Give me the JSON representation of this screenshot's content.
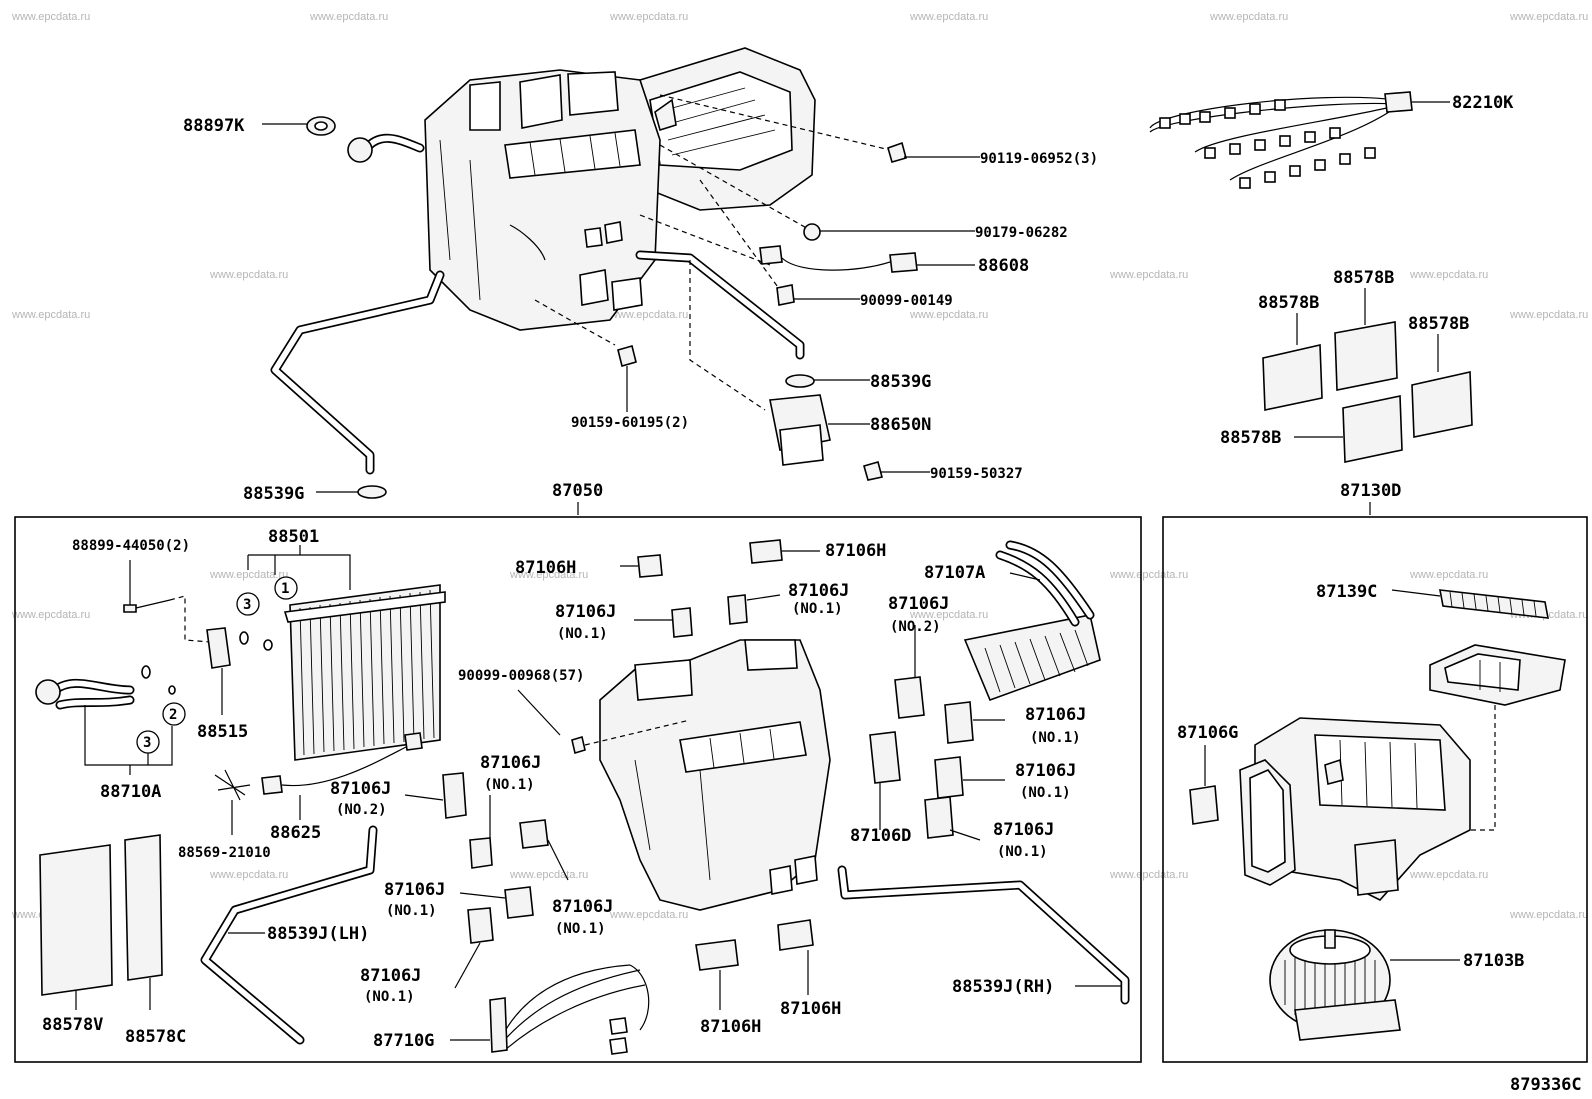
{
  "diagram_code": "879336C",
  "watermark": "www.epcdata.ru",
  "circled_refs": [
    "3",
    "1",
    "3",
    "2"
  ],
  "labels": {
    "l88897K": "88897K",
    "l90119": "90119-06952(3)",
    "l90179": "90179-06282",
    "l88608": "88608",
    "l90099_149": "90099-00149",
    "l88539G_a": "88539G",
    "l88650N": "88650N",
    "l90159_327": "90159-50327",
    "l90159_195": "90159-60195(2)",
    "l88539G_b": "88539G",
    "l87050": "87050",
    "l82210K": "82210K",
    "l88578B_1": "88578B",
    "l88578B_2": "88578B",
    "l88578B_3": "88578B",
    "l88578B_4": "88578B",
    "l87130D": "87130D",
    "l88899": "88899-44050(2)",
    "l88501": "88501",
    "l88515": "88515",
    "l88710A": "88710A",
    "l88625": "88625",
    "l88569": "88569-21010",
    "l88578V": "88578V",
    "l88578C": "88578C",
    "l88539J_LH": "88539J(LH)",
    "l87106H_a": "87106H",
    "l87106H_b": "87106H",
    "l87106J_a": "87106J",
    "l87106J_a_no": "(NO.1)",
    "l87106J_b": "87106J",
    "l87106J_b_no": "(NO.1)",
    "l90099_968": "90099-00968(57)",
    "l87107A": "87107A",
    "l87106J_c": "87106J",
    "l87106J_c_no": "(NO.2)",
    "l87106J_d": "87106J",
    "l87106J_d_no": "(NO.1)",
    "l87106J_e": "87106J",
    "l87106J_e_no": "(NO.1)",
    "l87106J_f": "87106J",
    "l87106J_f_no": "(NO.1)",
    "l87106D": "87106D",
    "l87106J_g": "87106J",
    "l87106J_g_no": "(NO.2)",
    "l87106J_h": "87106J",
    "l87106J_h_no": "(NO.1)",
    "l87106J_i": "87106J",
    "l87106J_i_no": "(NO.1)",
    "l87106J_j": "87106J",
    "l87106J_j_no": "(NO.1)",
    "l87106J_k": "87106J",
    "l87106J_k_no": "(NO.1)",
    "l87106H_c": "87106H",
    "l87106H_d": "87106H",
    "l87710G": "87710G",
    "l88539J_RH": "88539J(RH)",
    "l87139C": "87139C",
    "l87106G": "87106G",
    "l87103B": "87103B"
  }
}
